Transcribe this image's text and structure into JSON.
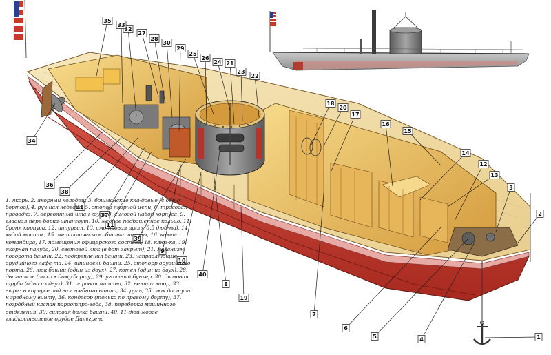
{
  "colors": {
    "deck": "#f2dfa8",
    "deck_dark": "#dcc07a",
    "hull_red": "#c23b2e",
    "hull_pink": "#e8a7a0",
    "wood": "#d8a24e",
    "wood_light": "#f3d58a",
    "iron": "#6b6b6b",
    "turret": "#8a8a8a",
    "sea_grey": "#b8b8b8"
  },
  "icons": [
    "us-flag-icon",
    "anchor-icon"
  ],
  "legend_text": "1. якорь, 2. якорный колодец, 3. бошманские кла-довые (с обоих бортов), 4. руч-ная лебедка, 5. стопор якорной цепи, 6. тросовая проводка, 7. деревянный шпан-гоут, 8. силовой набор корпуса, 9. главная пере-борка-шпангоут, 10. медное подбашенное кольцо, 11. броня корпуса, 12. штурвал, 13. смотровая щель (0,5 дюй-ма), 14. ходой мостик, 15. металлическая обшивка палубы, 16. каюта командира, 17. помещения офицерского состава, 18. клюз-ка, 19. якорная палуба, 20. световой люк (в бот закрыт), 21. механизм поворота башни, 22. подкрепления башни, 23. направляющие орудийного лафе-та, 24. шпиндель башни, 25. стопорр орудийного порта, 26. люк башни (один из двух), 27. котел (один из двух), 28. двигатель (по каждому борту), 29. угольный бункер, 30. дымовая труба (одна из двух), 31. паровая машина, 32. вентилятор, 33. вырез в корпусе под вал гребного винта, 34. руль, 35. люк доступа к гребному винту, 36. кондесор (только по правому борту), 37. погрдбный клапан пароотпро-вода, 38. переборка машинного отделения, 39. силовая балка башни, 40. 11-дюй-мовое гладкоствольное орудие Дальгрена",
  "callouts": [
    {
      "label": "1"
    },
    {
      "label": "2"
    },
    {
      "label": "3"
    },
    {
      "label": "4"
    },
    {
      "label": "5"
    },
    {
      "label": "6"
    },
    {
      "label": "7"
    },
    {
      "label": "8"
    },
    {
      "label": "9"
    },
    {
      "label": "10"
    },
    {
      "label": "11"
    },
    {
      "label": "12"
    },
    {
      "label": "13"
    },
    {
      "label": "14"
    },
    {
      "label": "15"
    },
    {
      "label": "16"
    },
    {
      "label": "17"
    },
    {
      "label": "18"
    },
    {
      "label": "19"
    },
    {
      "label": "20"
    },
    {
      "label": "21"
    },
    {
      "label": "22"
    },
    {
      "label": "23"
    },
    {
      "label": "24"
    },
    {
      "label": "25"
    },
    {
      "label": "26"
    },
    {
      "label": "27"
    },
    {
      "label": "28"
    },
    {
      "label": "29"
    },
    {
      "label": "30"
    },
    {
      "label": "31"
    },
    {
      "label": "32"
    },
    {
      "label": "33"
    },
    {
      "label": "34"
    },
    {
      "label": "35"
    },
    {
      "label": "36"
    },
    {
      "label": "37"
    },
    {
      "label": "38"
    },
    {
      "label": "39"
    },
    {
      "label": "40"
    }
  ]
}
